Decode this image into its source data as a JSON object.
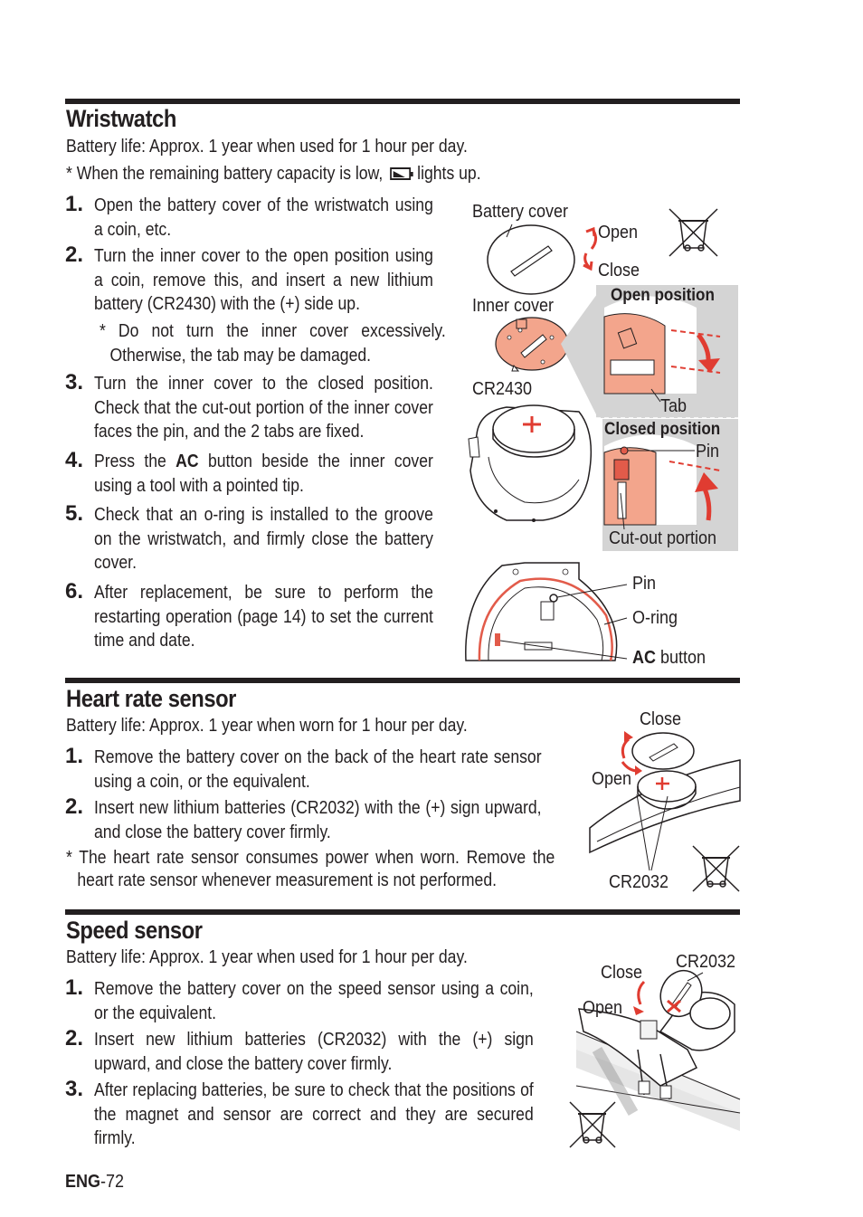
{
  "wristwatch": {
    "title": "Wristwatch",
    "battery_life": "Battery life: Approx. 1 year when used for 1 hour per day.",
    "note_pre": "* When the remaining battery capacity is low, ",
    "note_icon": "low-battery-icon",
    "note_post": " lights up.",
    "steps": [
      {
        "num": "1.",
        "text": "Open the battery cover of the wristwatch using a coin, etc."
      },
      {
        "num": "2.",
        "text": "Turn the inner cover to the open position using a coin, remove this, and insert a new lithium battery (CR2430) with the (+) side up."
      },
      {
        "num": "3.",
        "text": "Turn the inner cover to the closed position. Check that the cut-out portion of the inner cover faces the pin, and the 2 tabs are fixed."
      },
      {
        "num": "4.",
        "text_pre": "Press the ",
        "text_bold": "AC",
        "text_post": " button beside the inner cover using a tool with a pointed tip."
      },
      {
        "num": "5.",
        "text": "Check that an o-ring is installed to the groove on the wristwatch, and firmly close the battery cover."
      },
      {
        "num": "6.",
        "text": "After replacement, be sure to perform the restarting operation (page 14) to set the current time and date."
      }
    ],
    "step2_note": "* Do not turn the inner cover excessively. Otherwise, the tab may be damaged.",
    "figure": {
      "battery_cover": "Battery cover",
      "open": "Open",
      "close": "Close",
      "inner_cover": "Inner cover",
      "cr2430": "CR2430",
      "open_position": "Open position",
      "tab": "Tab",
      "closed_position": "Closed position",
      "pin": "Pin",
      "cutout": "Cut-out portion",
      "pin2": "Pin",
      "oring": "O-ring",
      "ac_bold": "AC",
      "ac_rest": " button"
    }
  },
  "heart": {
    "title": "Heart rate sensor",
    "battery_life": "Battery life: Approx. 1 year when worn for 1 hour per day.",
    "steps": [
      {
        "num": "1.",
        "text": "Remove the battery cover on the back of the heart rate sensor using a coin, or the equivalent."
      },
      {
        "num": "2.",
        "text": "Insert new lithium batteries (CR2032) with the (+) sign upward, and close the battery cover firmly."
      }
    ],
    "note": "* The heart rate sensor consumes power when worn. Remove the heart rate sensor whenever measurement is not performed.",
    "figure": {
      "close": "Close",
      "open": "Open",
      "cr2032": "CR2032"
    }
  },
  "speed": {
    "title": "Speed sensor",
    "battery_life": "Battery life: Approx. 1 year when used for 1 hour per day.",
    "steps": [
      {
        "num": "1.",
        "text": "Remove the battery cover on the speed sensor using a coin, or the equivalent."
      },
      {
        "num": "2.",
        "text": "Insert new lithium batteries (CR2032) with the (+) sign upward, and close the battery cover firmly."
      },
      {
        "num": "3.",
        "text": "After replacing batteries, be sure to check that the positions of the magnet and sensor are correct and they are secured firmly."
      }
    ],
    "figure": {
      "close": "Close",
      "open": "Open",
      "cr2032": "CR2032"
    }
  },
  "footer": {
    "bold": "ENG",
    "rest": "-72"
  }
}
